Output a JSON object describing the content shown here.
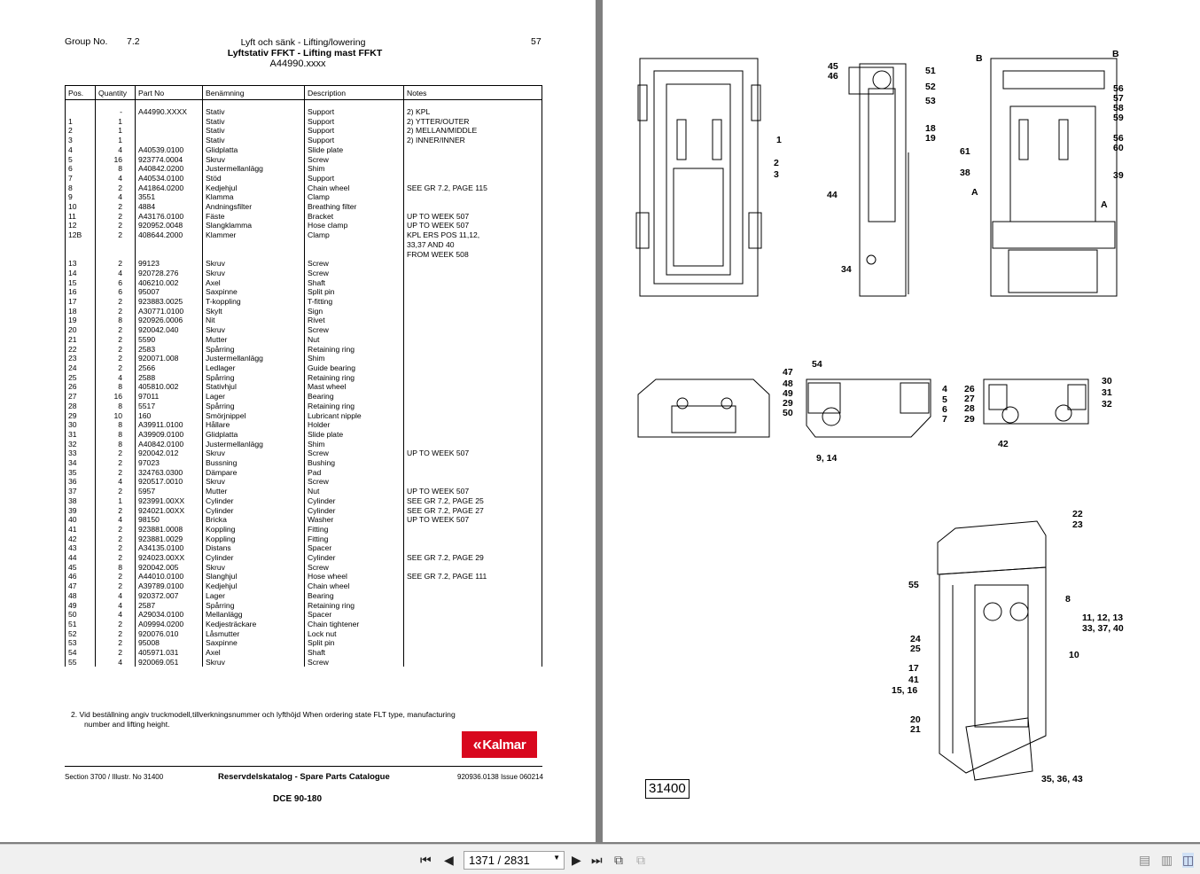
{
  "header": {
    "group_label": "Group No.",
    "group_no": "7.2",
    "title_line1": "Lyft och sänk - Lifting/lowering",
    "title_line2": "Lyftstativ FFKT - Lifting mast FFKT",
    "title_line3": "A44990.xxxx",
    "page_no": "57"
  },
  "table": {
    "columns": [
      "Pos.",
      "Quantity",
      "Part No",
      "Benämning",
      "Description",
      "Notes"
    ],
    "rows": [
      [
        "",
        "-",
        "A44990.XXXX",
        " Stativ",
        "Support",
        "2) KPL"
      ],
      [
        "1",
        "1",
        "",
        "Stativ",
        "Support",
        "2) YTTER/OUTER"
      ],
      [
        "2",
        "1",
        "",
        "Stativ",
        "Support",
        "2) MELLAN/MIDDLE"
      ],
      [
        "3",
        "1",
        "",
        "Stativ",
        "Support",
        "2) INNER/INNER"
      ],
      [
        "4",
        "4",
        "A40539.0100",
        "Glidplatta",
        "Slide plate",
        ""
      ],
      [
        "5",
        "16",
        "923774.0004",
        "Skruv",
        "Screw",
        ""
      ],
      [
        "6",
        "8",
        "A40842.0200",
        "Justermellanlägg",
        "Shim",
        ""
      ],
      [
        "7",
        "4",
        "A40534.0100",
        "Stöd",
        "Support",
        ""
      ],
      [
        "8",
        "2",
        "A41864.0200",
        "Kedjehjul",
        "Chain wheel",
        "SEE GR 7.2, PAGE 115"
      ],
      [
        "9",
        "4",
        "3551",
        "Klamma",
        "Clamp",
        ""
      ],
      [
        "10",
        "2",
        "4884",
        "Andningsfilter",
        "Breathing filter",
        ""
      ],
      [
        "11",
        "2",
        "A43176.0100",
        "Fäste",
        "Bracket",
        "UP TO WEEK 507"
      ],
      [
        "12",
        "2",
        "920952.0048",
        "Slangklamma",
        "Hose clamp",
        "UP TO WEEK 507"
      ],
      [
        "12B",
        "2",
        "408644.2000",
        "Klammer",
        "Clamp",
        "KPL ERS POS 11,12,\n33,37 AND 40\nFROM WEEK 508"
      ],
      [
        "13",
        "2",
        "99123",
        "Skruv",
        "Screw",
        ""
      ],
      [
        "14",
        "4",
        "920728.276",
        "Skruv",
        "Screw",
        ""
      ],
      [
        "15",
        "6",
        "406210.002",
        "Axel",
        "Shaft",
        ""
      ],
      [
        "16",
        "6",
        "95007",
        "Saxpinne",
        "Split pin",
        ""
      ],
      [
        "17",
        "2",
        "923883.0025",
        "T-koppling",
        "T-fitting",
        ""
      ],
      [
        "18",
        "2",
        "A30771.0100",
        "Skylt",
        "Sign",
        ""
      ],
      [
        "19",
        "8",
        "920926.0006",
        "Nit",
        "Rivet",
        ""
      ],
      [
        "20",
        "2",
        "920042.040",
        "Skruv",
        "Screw",
        ""
      ],
      [
        "21",
        "2",
        "5590",
        "Mutter",
        "Nut",
        ""
      ],
      [
        "22",
        "2",
        "2583",
        "Spårring",
        "Retaining ring",
        ""
      ],
      [
        "23",
        "2",
        "920071.008",
        "Justermellanlägg",
        "Shim",
        ""
      ],
      [
        "24",
        "2",
        "2566",
        "Ledlager",
        "Guide bearing",
        ""
      ],
      [
        "25",
        "4",
        "2588",
        "Spårring",
        "Retaining ring",
        ""
      ],
      [
        "26",
        "8",
        "405810.002",
        "Stativhjul",
        "Mast wheel",
        ""
      ],
      [
        "27",
        "16",
        "97011",
        "Lager",
        "Bearing",
        ""
      ],
      [
        "28",
        "8",
        "5517",
        "Spårring",
        "Retaining ring",
        ""
      ],
      [
        "29",
        "10",
        "160",
        "Smörjnippel",
        "Lubricant nipple",
        ""
      ],
      [
        "30",
        "8",
        "A39911.0100",
        "Hållare",
        "Holder",
        ""
      ],
      [
        "31",
        "8",
        "A39909.0100",
        "Glidplatta",
        "Slide plate",
        ""
      ],
      [
        "32",
        "8",
        "A40842.0100",
        "Justermellanlägg",
        "Shim",
        ""
      ],
      [
        "33",
        "2",
        "920042.012",
        "Skruv",
        "Screw",
        "UP TO WEEK 507"
      ],
      [
        "34",
        "2",
        "97023",
        "Bussning",
        "Bushing",
        ""
      ],
      [
        "35",
        "2",
        "324763.0300",
        "Dämpare",
        "Pad",
        ""
      ],
      [
        "36",
        "4",
        "920517.0010",
        "Skruv",
        "Screw",
        ""
      ],
      [
        "37",
        "2",
        "5957",
        "Mutter",
        "Nut",
        "UP TO WEEK 507"
      ],
      [
        "38",
        "1",
        "923991.00XX",
        "Cylinder",
        "Cylinder",
        "SEE GR 7.2, PAGE  25"
      ],
      [
        "39",
        "2",
        "924021.00XX",
        "Cylinder",
        "Cylinder",
        "SEE GR 7.2, PAGE  27"
      ],
      [
        "40",
        "4",
        "98150",
        "Bricka",
        "Washer",
        "UP TO WEEK 507"
      ],
      [
        "41",
        "2",
        "923881.0008",
        "Koppling",
        "Fitting",
        ""
      ],
      [
        "42",
        "2",
        "923881.0029",
        "Koppling",
        "Fitting",
        ""
      ],
      [
        "43",
        "2",
        "A34135.0100",
        "Distans",
        "Spacer",
        ""
      ],
      [
        "44",
        "2",
        "924023.00XX",
        "Cylinder",
        "Cylinder",
        "SEE GR 7.2, PAGE  29"
      ],
      [
        "45",
        "8",
        "920042.005",
        "Skruv",
        "Screw",
        ""
      ],
      [
        "46",
        "2",
        "A44010.0100",
        "Slanghjul",
        "Hose wheel",
        "SEE GR 7.2, PAGE 111"
      ],
      [
        "47",
        "2",
        "A39789.0100",
        "Kedjehjul",
        "Chain wheel",
        ""
      ],
      [
        "48",
        "4",
        "920372.007",
        "Lager",
        "Bearing",
        ""
      ],
      [
        "49",
        "4",
        "2587",
        "Spårring",
        "Retaining ring",
        ""
      ],
      [
        "50",
        "4",
        "A29034.0100",
        "Mellanlägg",
        "Spacer",
        ""
      ],
      [
        "51",
        "2",
        "A09994.0200",
        "Kedjesträckare",
        "Chain tightener",
        ""
      ],
      [
        "52",
        "2",
        "920076.010",
        "Låsmutter",
        "Lock nut",
        ""
      ],
      [
        "53",
        "2",
        "95008",
        "Saxpinne",
        "Split pin",
        ""
      ],
      [
        "54",
        "2",
        "405971.031",
        "Axel",
        "Shaft",
        ""
      ],
      [
        "55",
        "4",
        "920069.051",
        "Skruv",
        "Screw",
        ""
      ]
    ]
  },
  "footnote": {
    "line1": "2.  Vid beställning angiv truckmodell,tillverkningsnummer och lyfthöjd     When ordering state FLT type, manufacturing",
    "line2": "number and lifting height."
  },
  "logo": {
    "text": "Kalmar",
    "color": "#d8081e"
  },
  "footer": {
    "section": "Section   3700 / Illustr. No    31400",
    "catalogue": "Reservdelskatalog - Spare Parts Catalogue",
    "issue": "920936.0138 Issue 060214",
    "model": "DCE 90-180"
  },
  "illustration": {
    "number": "31400",
    "section_marks": [
      "B",
      "B",
      "A",
      "A"
    ],
    "callouts": [
      "1",
      "2",
      "3",
      "45",
      "46",
      "51",
      "52",
      "53",
      "18",
      "19",
      "44",
      "34",
      "56",
      "57",
      "58",
      "59",
      "56",
      "60",
      "61",
      "38",
      "39",
      "47",
      "48",
      "49",
      "29",
      "50",
      "54",
      "4",
      "5",
      "6",
      "7",
      "9, 14",
      "26",
      "27",
      "28",
      "29",
      "30",
      "31",
      "32",
      "42",
      "22",
      "23",
      "55",
      "8",
      "11, 12, 13",
      "33, 37, 40",
      "10",
      "24",
      "25",
      "17",
      "41",
      "15, 16",
      "20",
      "21",
      "35, 36, 43"
    ]
  },
  "toolbar": {
    "page_display": "1371 / 2831",
    "first": "⏮",
    "prev": "◀",
    "next": "▶",
    "last": "⏭"
  }
}
